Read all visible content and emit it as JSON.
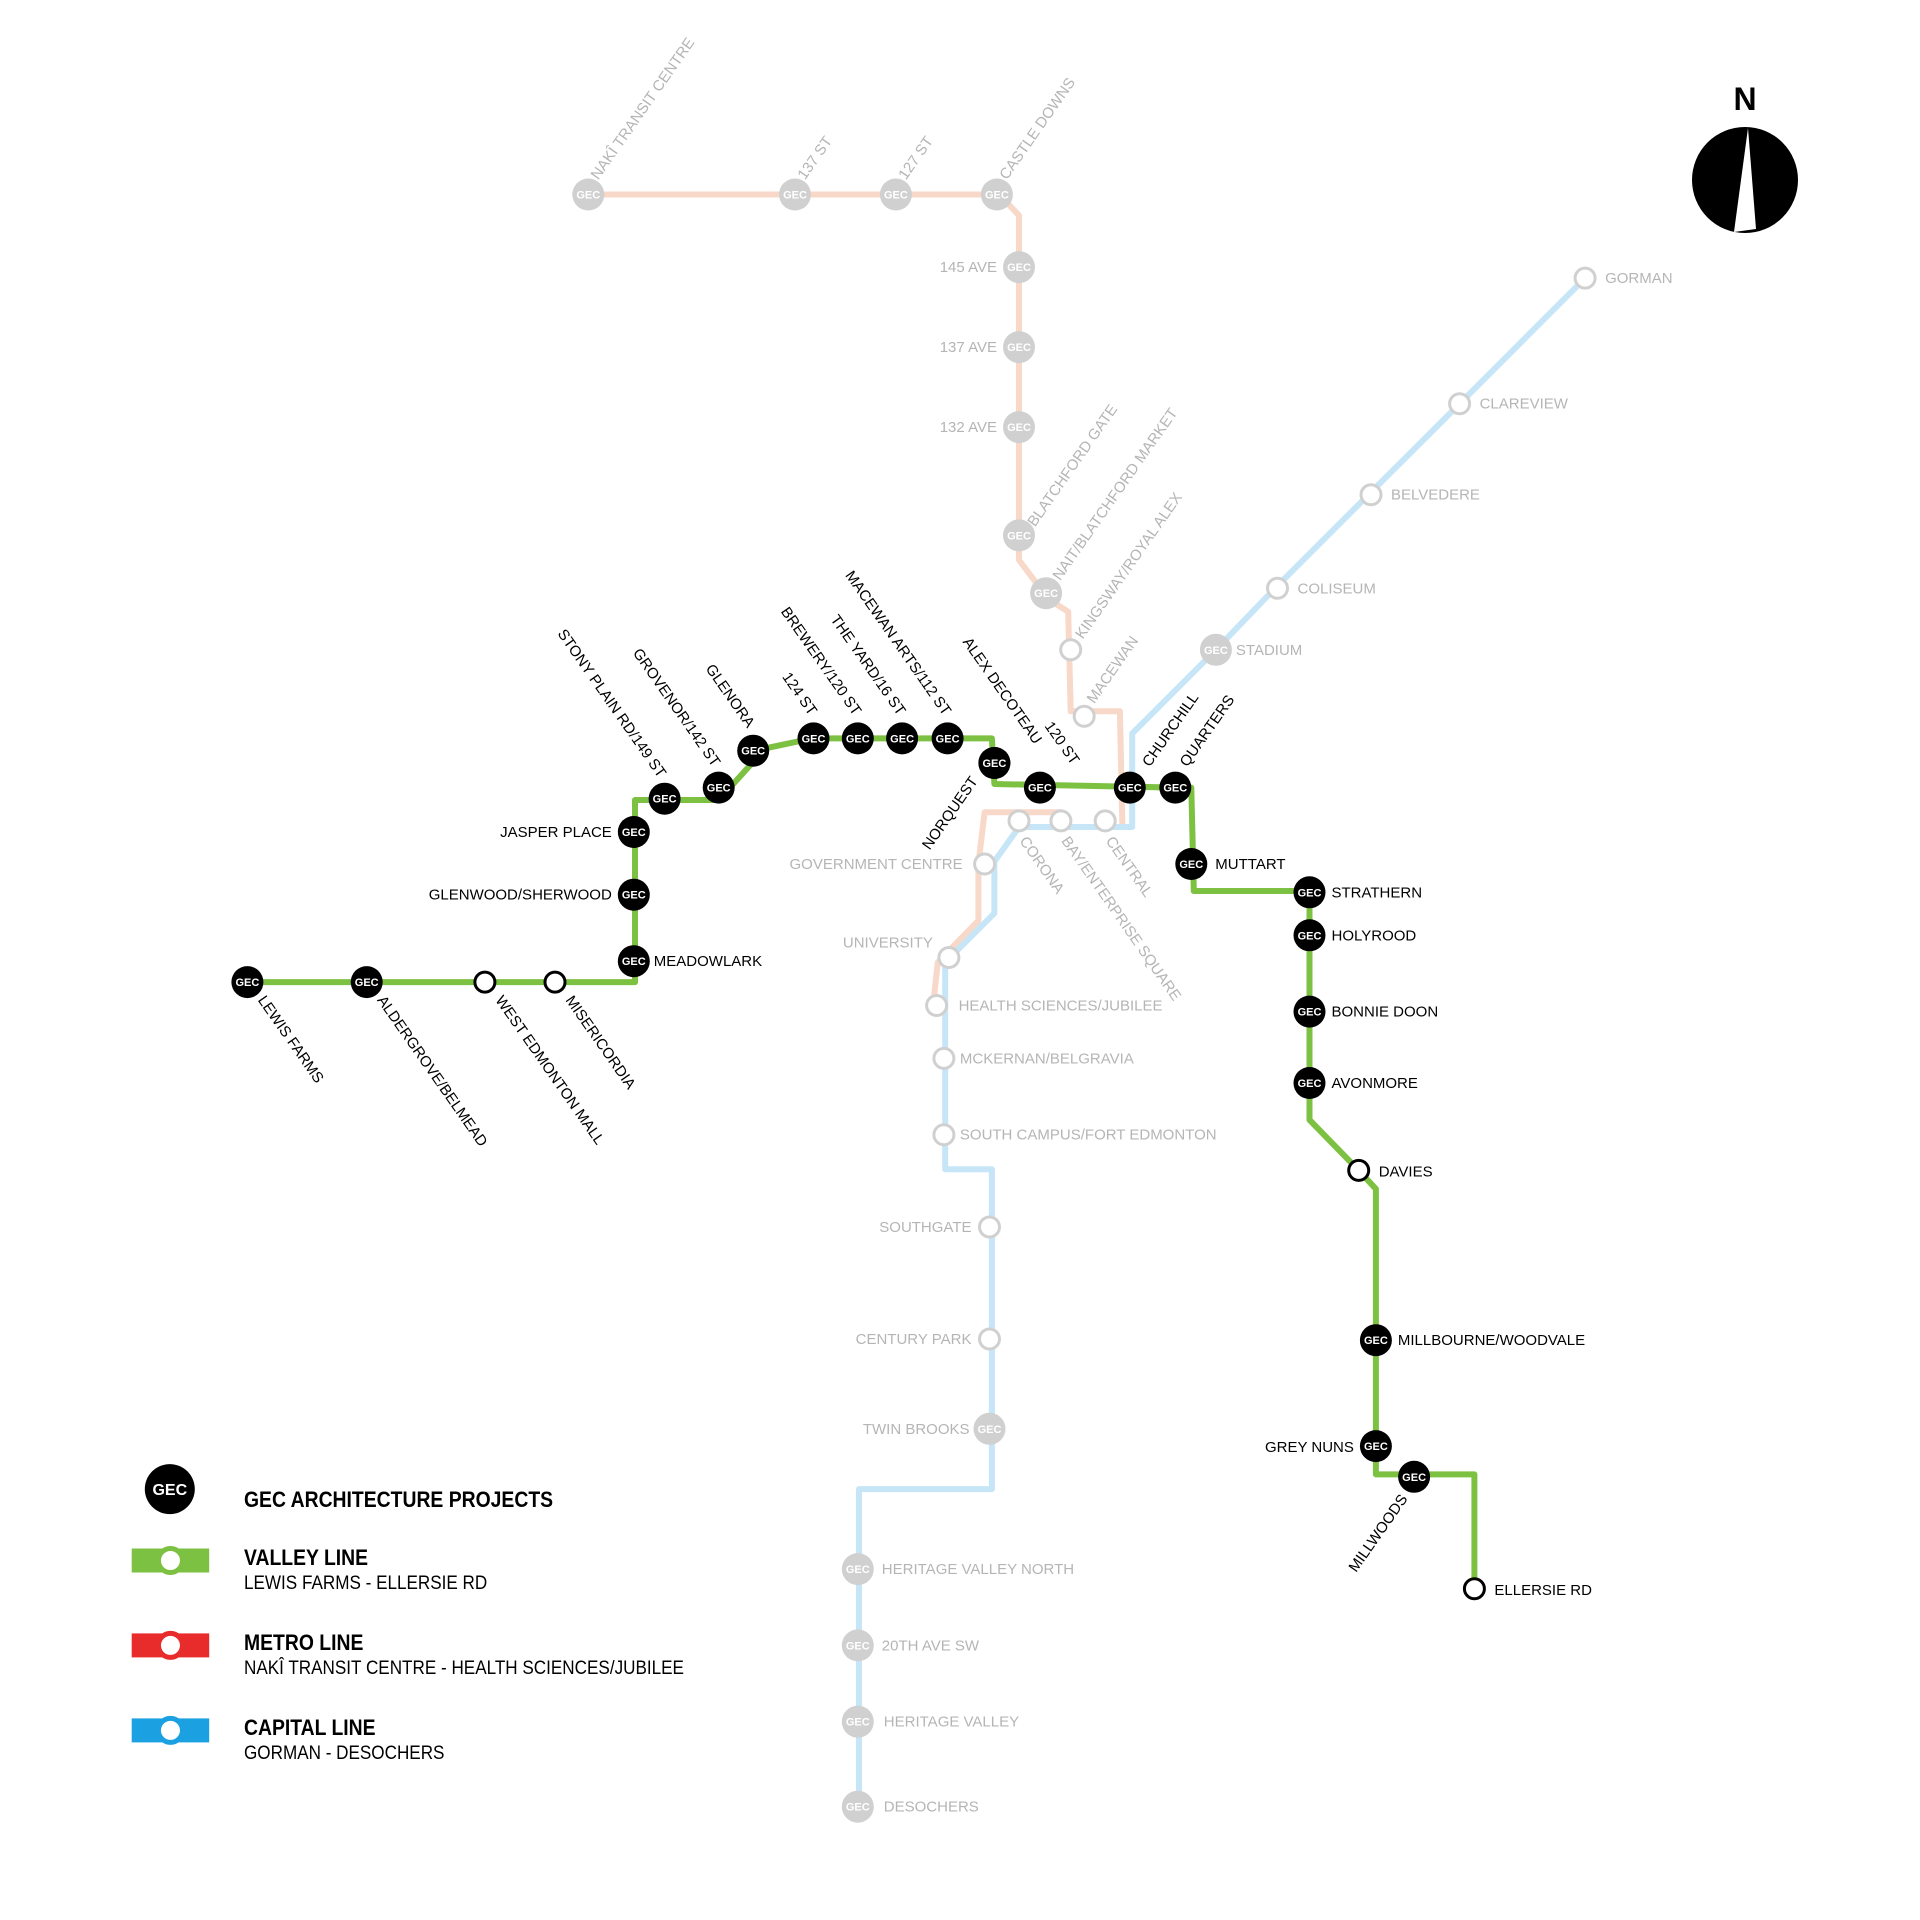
{
  "compass": {
    "label": "N"
  },
  "marker_text": "GEC",
  "colors": {
    "valley_line": "#7dc142",
    "metro_line_faded": "#f8d8c8",
    "capital_line_faded": "#c6e6f8",
    "legend_metro": "#e82b2b",
    "legend_capital": "#1ba1e2",
    "gec_marker": "#000000",
    "inactive_marker": "#d0d0d0",
    "inactive_text": "#b5b5b5",
    "active_text": "#000000"
  },
  "legend": {
    "gec_projects": "GEC ARCHITECTURE PROJECTS",
    "valley_line": {
      "name": "VALLEY LINE",
      "route": "LEWIS FARMS - ELLERSIE RD"
    },
    "metro_line": {
      "name": "METRO LINE",
      "route": "NAKÎ TRANSIT CENTRE - HEALTH SCIENCES/JUBILEE"
    },
    "capital_line": {
      "name": "CAPITAL LINE",
      "route": "GORMAN - DESOCHERS"
    }
  },
  "stations": {
    "valley": [
      {
        "name": "LEWIS FARMS",
        "type": "gec"
      },
      {
        "name": "ALDERGROVE/BELMEAD",
        "type": "gec"
      },
      {
        "name": "WEST EDMONTON MALL",
        "type": "open"
      },
      {
        "name": "MISERICORDIA",
        "type": "open"
      },
      {
        "name": "MEADOWLARK",
        "type": "gec"
      },
      {
        "name": "GLENWOOD/SHERWOOD",
        "type": "gec"
      },
      {
        "name": "JASPER PLACE",
        "type": "gec"
      },
      {
        "name": "STONY PLAIN RD/149 ST",
        "type": "gec"
      },
      {
        "name": "GROVENOR/142 ST",
        "type": "gec"
      },
      {
        "name": "GLENORA",
        "type": "gec"
      },
      {
        "name": "124 ST",
        "type": "gec"
      },
      {
        "name": "BREWERY/120 ST",
        "type": "gec"
      },
      {
        "name": "THE YARD/16 ST",
        "type": "gec"
      },
      {
        "name": "MACEWAN ARTS/112 ST",
        "type": "gec"
      },
      {
        "name": "ALEX DECOTEAU",
        "type": "gec"
      },
      {
        "name": "NORQUEST",
        "type": "gec"
      },
      {
        "name": "120 ST",
        "type": "gec"
      },
      {
        "name": "CHURCHILL",
        "type": "gec"
      },
      {
        "name": "QUARTERS",
        "type": "gec"
      },
      {
        "name": "MUTTART",
        "type": "gec"
      },
      {
        "name": "STRATHERN",
        "type": "gec"
      },
      {
        "name": "HOLYROOD",
        "type": "gec"
      },
      {
        "name": "BONNIE DOON",
        "type": "gec"
      },
      {
        "name": "AVONMORE",
        "type": "gec"
      },
      {
        "name": "DAVIES",
        "type": "open"
      },
      {
        "name": "MILLBOURNE/WOODVALE",
        "type": "gec"
      },
      {
        "name": "GREY NUNS",
        "type": "gec"
      },
      {
        "name": "MILLWOODS",
        "type": "gec"
      },
      {
        "name": "ELLERSIE RD",
        "type": "open"
      }
    ],
    "metro": [
      {
        "name": "NAKÎ TRANSIT CENTRE",
        "type": "gec"
      },
      {
        "name": "137 ST",
        "type": "gec"
      },
      {
        "name": "127 ST",
        "type": "gec"
      },
      {
        "name": "CASTLE DOWNS",
        "type": "gec"
      },
      {
        "name": "145 AVE",
        "type": "gec"
      },
      {
        "name": "137 AVE",
        "type": "gec"
      },
      {
        "name": "132 AVE",
        "type": "gec"
      },
      {
        "name": "BLATCHFORD GATE",
        "type": "gec"
      },
      {
        "name": "NAIT/BLATCHFORD MARKET",
        "type": "gec"
      },
      {
        "name": "KINGSWAY/ROYAL ALEX",
        "type": "open"
      },
      {
        "name": "MACEWAN",
        "type": "open"
      }
    ],
    "capital": [
      {
        "name": "GORMAN",
        "type": "open"
      },
      {
        "name": "CLAREVIEW",
        "type": "open"
      },
      {
        "name": "BELVEDERE",
        "type": "open"
      },
      {
        "name": "COLISEUM",
        "type": "open"
      },
      {
        "name": "STADIUM",
        "type": "gec"
      },
      {
        "name": "CHURCHILL",
        "type": "gec"
      },
      {
        "name": "CENTRAL",
        "type": "open"
      },
      {
        "name": "BAY/ENTERPRISE SQUARE",
        "type": "open"
      },
      {
        "name": "CORONA",
        "type": "open"
      },
      {
        "name": "GOVERNMENT CENTRE",
        "type": "open"
      },
      {
        "name": "UNIVERSITY",
        "type": "open"
      },
      {
        "name": "HEALTH SCIENCES/JUBILEE",
        "type": "open"
      },
      {
        "name": "MCKERNAN/BELGRAVIA",
        "type": "open"
      },
      {
        "name": "SOUTH CAMPUS/FORT EDMONTON",
        "type": "open"
      },
      {
        "name": "SOUTHGATE",
        "type": "open"
      },
      {
        "name": "CENTURY PARK",
        "type": "open"
      },
      {
        "name": "TWIN BROOKS",
        "type": "gec"
      },
      {
        "name": "HERITAGE VALLEY NORTH",
        "type": "gec"
      },
      {
        "name": "20TH AVE SW",
        "type": "gec"
      },
      {
        "name": "HERITAGE VALLEY",
        "type": "gec"
      },
      {
        "name": "DESOCHERS",
        "type": "gec"
      }
    ]
  }
}
